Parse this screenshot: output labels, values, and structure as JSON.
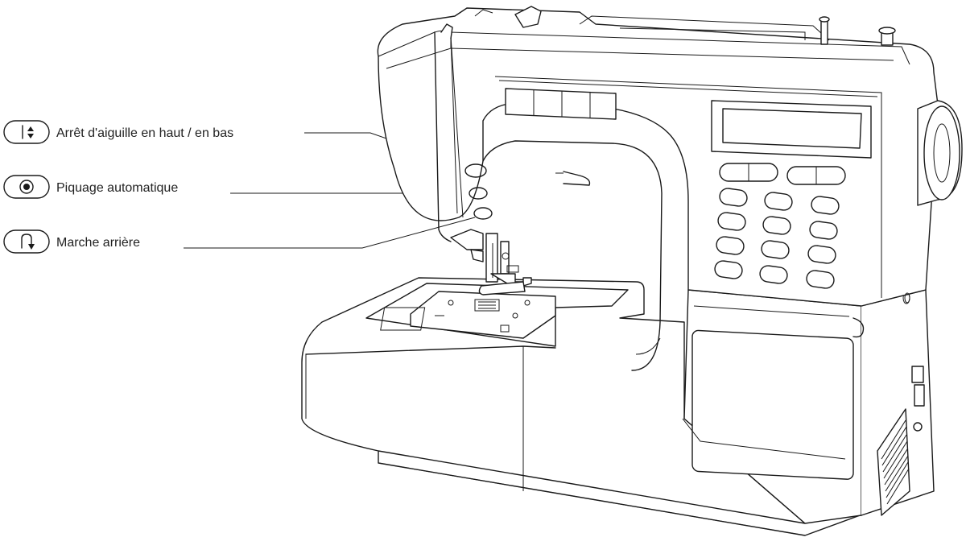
{
  "diagram": {
    "callouts": [
      {
        "id": "needle-up-down",
        "icon": "needle-up-down-icon",
        "label": "Arrêt d'aiguille en haut / en bas"
      },
      {
        "id": "auto-lock",
        "icon": "auto-lock-stitch-icon",
        "label": "Piquage automatique"
      },
      {
        "id": "reverse",
        "icon": "reverse-stitch-icon",
        "label": "Marche arrière"
      }
    ],
    "colors": {
      "lcd": "#b9dfe4",
      "button_fill": "#e6e6e6",
      "outline": "#1a1a1a"
    }
  }
}
